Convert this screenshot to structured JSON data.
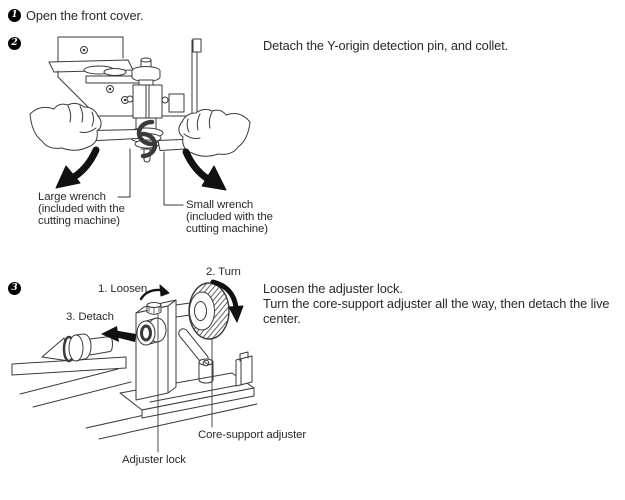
{
  "page": {
    "background": "#ffffff",
    "ink": "#2a2a2a"
  },
  "steps": {
    "one": {
      "number": "1",
      "instruction": "Open the front cover."
    },
    "two": {
      "number": "2",
      "instruction": "Detach the Y-origin detection pin, and collet."
    },
    "three": {
      "number": "3",
      "instruction_line1": "Loosen the adjuster lock.",
      "instruction_line2": "Turn the core-support adjuster all the way, then detach the live center."
    }
  },
  "figure_detach": {
    "large_wrench_label": {
      "line1": "Large wrench",
      "line2": "(included with the",
      "line3": "cutting machine)"
    },
    "small_wrench_label": {
      "line1": "Small wrench",
      "line2": "(included with the",
      "line3": "cutting machine)"
    }
  },
  "figure_tailstock": {
    "action_loosen": "1. Loosen",
    "action_turn": "2. Turn",
    "action_detach": "3. Detach",
    "core_support_label": "Core-support adjuster",
    "adjuster_lock_label": "Adjuster lock"
  }
}
